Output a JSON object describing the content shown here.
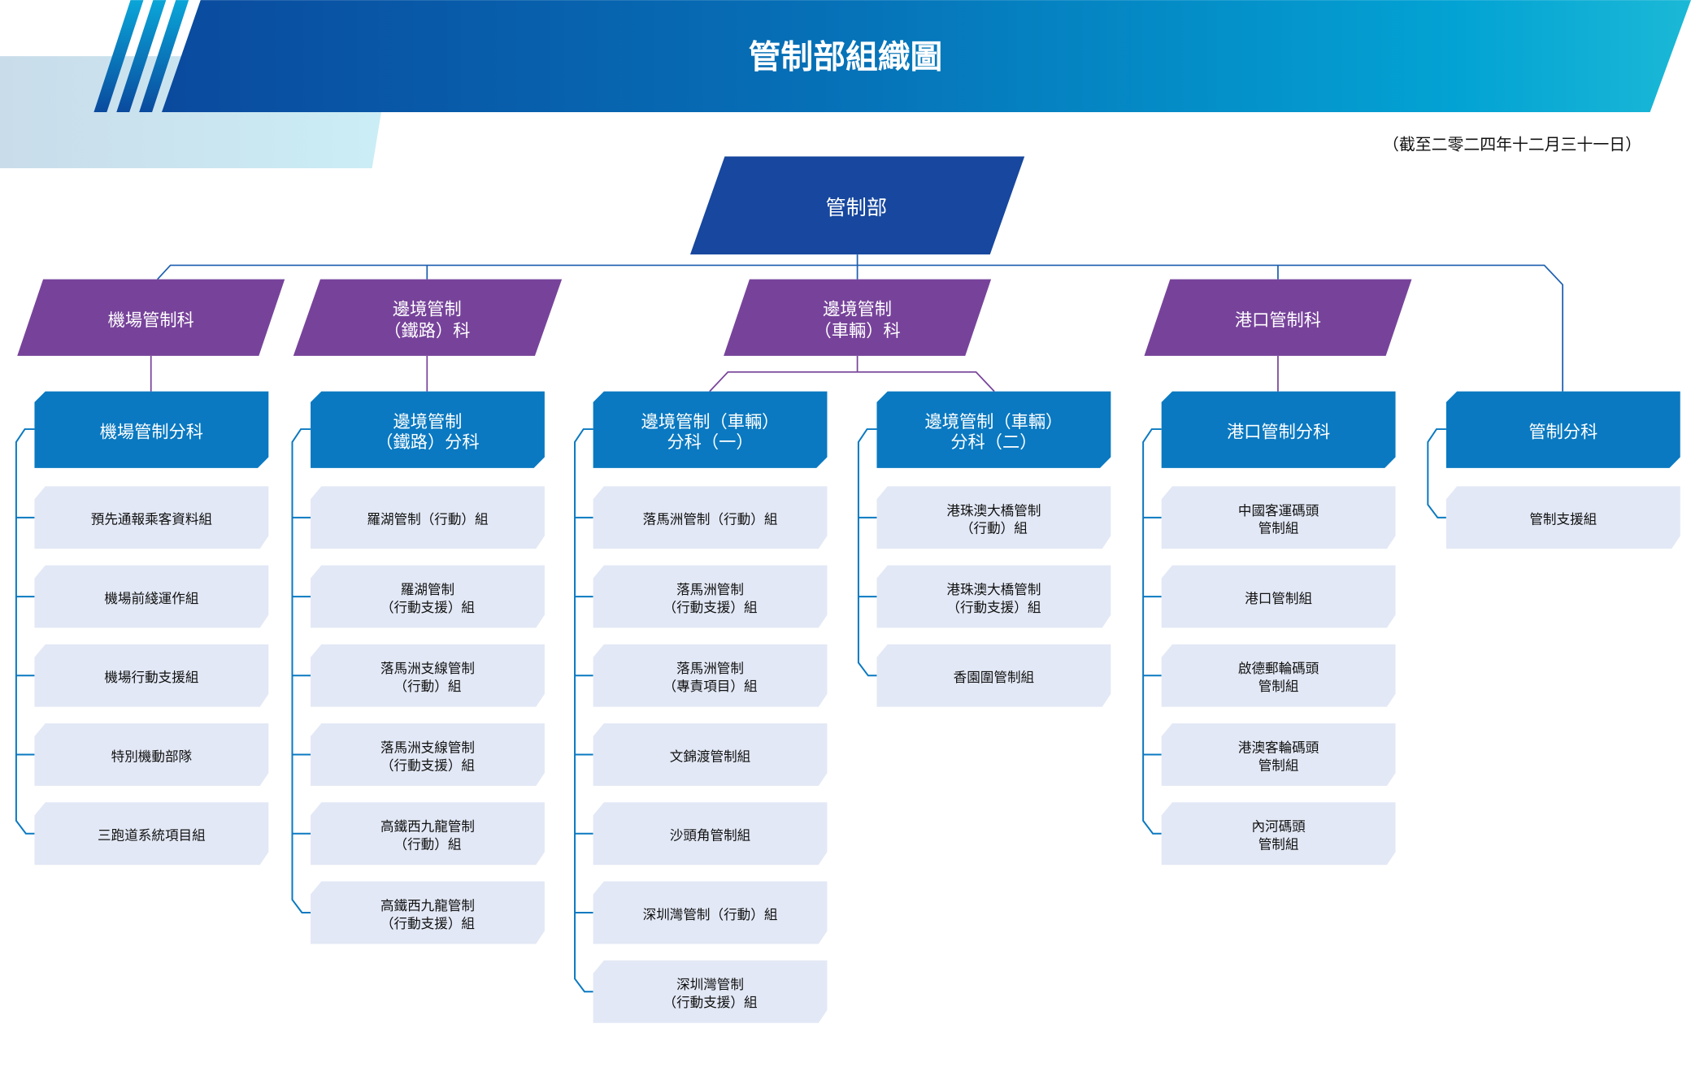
{
  "header": {
    "title": "管制部組織圖",
    "date": "（截至二零二四年十二月三十一日）"
  },
  "colors": {
    "root": "#17479e",
    "division": "#77439a",
    "section": "#0a79c1",
    "group": "#e2e8f5",
    "connector_blue": "#1d5fb0",
    "connector_purple": "#77439a"
  },
  "root": {
    "label": [
      "管制部"
    ]
  },
  "divisions": [
    {
      "label": [
        "機場管制科"
      ],
      "sections": [
        {
          "label": [
            "機場管制分科"
          ],
          "groups": [
            [
              "預先通報乘客資料組"
            ],
            [
              "機場前綫運作組"
            ],
            [
              "機場行動支援組"
            ],
            [
              "特別機動部隊"
            ],
            [
              "三跑道系統項目組"
            ]
          ]
        }
      ]
    },
    {
      "label": [
        "邊境管制",
        "（鐵路）科"
      ],
      "sections": [
        {
          "label": [
            "邊境管制",
            "（鐵路）分科"
          ],
          "groups": [
            [
              "羅湖管制（行動）組"
            ],
            [
              "羅湖管制",
              "（行動支援）組"
            ],
            [
              "落馬洲支線管制",
              "（行動）組"
            ],
            [
              "落馬洲支線管制",
              "（行動支援）組"
            ],
            [
              "高鐵西九龍管制",
              "（行動）組"
            ],
            [
              "高鐵西九龍管制",
              "（行動支援）組"
            ]
          ]
        }
      ]
    },
    {
      "label": [
        "邊境管制",
        "（車輛）科"
      ],
      "sections": [
        {
          "label": [
            "邊境管制（車輛）",
            "分科（一）"
          ],
          "groups": [
            [
              "落馬洲管制（行動）組"
            ],
            [
              "落馬洲管制",
              "（行動支援）組"
            ],
            [
              "落馬洲管制",
              "（專責項目）組"
            ],
            [
              "文錦渡管制組"
            ],
            [
              "沙頭角管制組"
            ],
            [
              "深圳灣管制（行動）組"
            ],
            [
              "深圳灣管制",
              "（行動支援）組"
            ]
          ]
        },
        {
          "label": [
            "邊境管制（車輛）",
            "分科（二）"
          ],
          "groups": [
            [
              "港珠澳大橋管制",
              "（行動）組"
            ],
            [
              "港珠澳大橋管制",
              "（行動支援）組"
            ],
            [
              "香園圍管制組"
            ]
          ]
        }
      ]
    },
    {
      "label": [
        "港口管制科"
      ],
      "sections": [
        {
          "label": [
            "港口管制分科"
          ],
          "groups": [
            [
              "中國客運碼頭",
              "管制組"
            ],
            [
              "港口管制組"
            ],
            [
              "啟德郵輪碼頭",
              "管制組"
            ],
            [
              "港澳客輪碼頭",
              "管制組"
            ],
            [
              "內河碼頭",
              "管制組"
            ]
          ]
        }
      ]
    }
  ],
  "direct_sections": [
    {
      "label": [
        "管制分科"
      ],
      "groups": [
        [
          "管制支援組"
        ]
      ]
    }
  ]
}
